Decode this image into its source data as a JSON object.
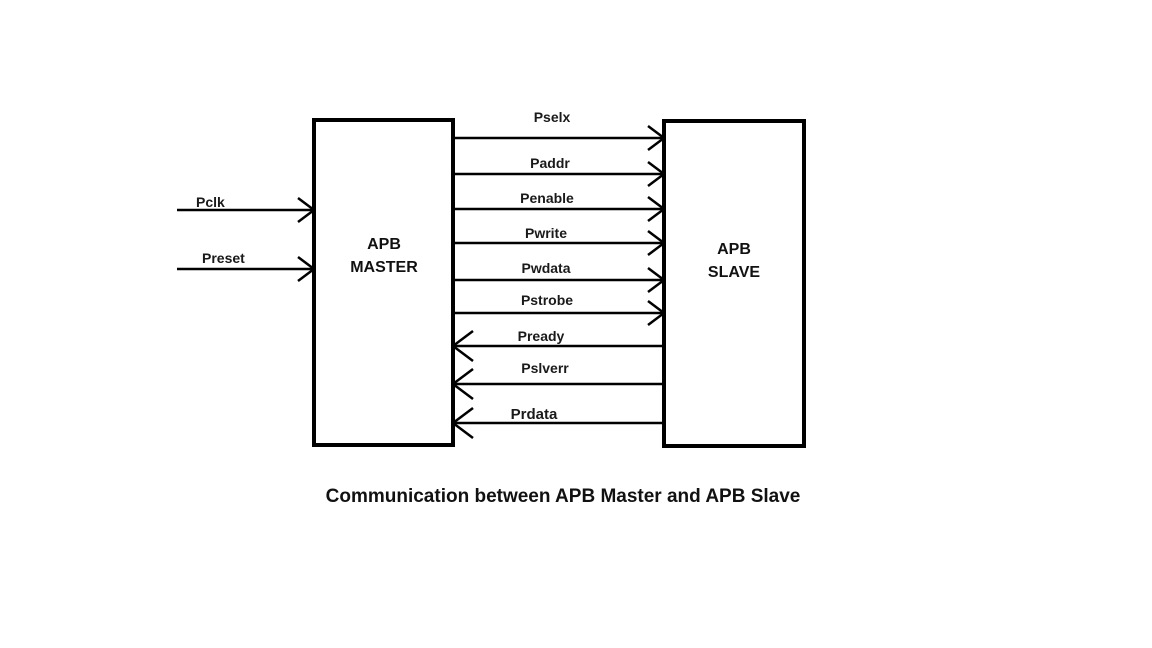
{
  "diagram": {
    "master": {
      "label_line1": "APB",
      "label_line2": "MASTER"
    },
    "slave": {
      "label_line1": "APB",
      "label_line2": "SLAVE"
    },
    "inputs": [
      {
        "name": "Pclk"
      },
      {
        "name": "Preset"
      }
    ],
    "master_to_slave": [
      {
        "name": "Pselx"
      },
      {
        "name": "Paddr"
      },
      {
        "name": "Penable"
      },
      {
        "name": "Pwrite"
      },
      {
        "name": "Pwdata"
      },
      {
        "name": "Pstrobe"
      }
    ],
    "slave_to_master": [
      {
        "name": "Pready"
      },
      {
        "name": "Pslverr"
      },
      {
        "name": "Prdata"
      }
    ],
    "caption": "Communication between APB Master and APB Slave"
  }
}
